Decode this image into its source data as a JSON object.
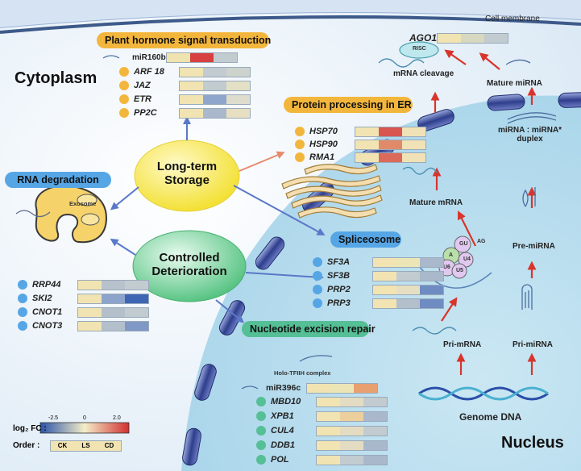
{
  "labels": {
    "cell_membrane": "Cell membrane",
    "cytoplasm": "Cytoplasm",
    "nucleus": "Nucleus",
    "long_term_storage": "Long-term\nStorage",
    "controlled_deterioration": "Controlled\nDeterioration",
    "exosome": "Exosome",
    "risc": "RISC",
    "mrna_cleavage": "mRNA cleavage",
    "mature_mirna": "Mature miRNA",
    "mirna_duplex": "miRNA : miRNA*\nduplex",
    "mature_mrna": "Mature mRNA",
    "pre_mirna": "Pre-miRNA",
    "pri_mirna_right": "Pri-miRNA",
    "pri_mrna": "Pri-mRNA",
    "genome_dna": "Genome DNA",
    "holo_tfiih": "Holo-TFIIH complex",
    "spliceosome_parts": [
      "GU",
      "A",
      "U4",
      "U6",
      "U5",
      "AG"
    ]
  },
  "pathways": {
    "plant_hormone": {
      "title": "Plant hormone signal transduction",
      "mirna": {
        "name": "miR160b",
        "colors": [
          "#efe3b0",
          "#d84040",
          "#c2ccd0"
        ]
      },
      "genes": [
        {
          "name": "ARF 18",
          "colors": [
            "#f1e4b2",
            "#c2cbcf",
            "#cdd2cc"
          ]
        },
        {
          "name": "JAZ",
          "colors": [
            "#f1e4b2",
            "#c2cbcf",
            "#e4e0c6"
          ]
        },
        {
          "name": "ETR",
          "colors": [
            "#f1e4b2",
            "#8ea6cc",
            "#dedccc"
          ]
        },
        {
          "name": "PP2C",
          "colors": [
            "#f1e4b2",
            "#aab8cc",
            "#e6dfc2"
          ]
        }
      ]
    },
    "protein_er": {
      "title": "Protein processing in ER",
      "genes": [
        {
          "name": "HSP70",
          "colors": [
            "#f1e4b2",
            "#d95550",
            "#f0e2b6"
          ]
        },
        {
          "name": "HSP90",
          "colors": [
            "#f1e4b2",
            "#e08a6a",
            "#f0e2b6"
          ]
        },
        {
          "name": "RMA1",
          "colors": [
            "#f1e4b2",
            "#dc6a5a",
            "#f0e2b6"
          ]
        }
      ]
    },
    "rna_degradation": {
      "title": "RNA degradation",
      "genes": [
        {
          "name": "RRP44",
          "colors": [
            "#f1e4b2",
            "#b8c2cc",
            "#c2ccd0"
          ]
        },
        {
          "name": "SKI2",
          "colors": [
            "#f1e4b2",
            "#8ca4cc",
            "#3e66b4"
          ]
        },
        {
          "name": "CNOT1",
          "colors": [
            "#f1e4b2",
            "#b3bfcb",
            "#c2ccd0"
          ]
        },
        {
          "name": "CNOT3",
          "colors": [
            "#f1e4b2",
            "#b3bfcb",
            "#7f98c6"
          ]
        }
      ]
    },
    "spliceosome": {
      "title": "Spliceosome",
      "genes": [
        {
          "name": "SF3A",
          "colors": [
            "#f1e4b2",
            "#ece6b6",
            "#a9b8cb"
          ]
        },
        {
          "name": "SF3B",
          "colors": [
            "#f1e4b2",
            "#c2cbcf",
            "#a9b8cb"
          ]
        },
        {
          "name": "PRP2",
          "colors": [
            "#f1e4b2",
            "#e6dfc2",
            "#6f8cc2"
          ]
        },
        {
          "name": "PRP3",
          "colors": [
            "#f1e4b2",
            "#b3bfcb",
            "#6f8cc2"
          ]
        }
      ]
    },
    "ner": {
      "title": "Nucleotide excision repair",
      "mirna": {
        "name": "miR396c",
        "colors": [
          "#f1e4b2",
          "#ece6b6",
          "#e8a070"
        ]
      },
      "genes": [
        {
          "name": "MBD10",
          "colors": [
            "#f1e4b2",
            "#e4dcc2",
            "#c2ccd0"
          ]
        },
        {
          "name": "XPB1",
          "colors": [
            "#f1e4b2",
            "#eccf9c",
            "#a9b8cb"
          ]
        },
        {
          "name": "CUL4",
          "colors": [
            "#f1e4b2",
            "#e4dcc2",
            "#c2ccd0"
          ]
        },
        {
          "name": "DDB1",
          "colors": [
            "#f1e4b2",
            "#e4dcc2",
            "#a9b8cb"
          ]
        },
        {
          "name": "POL",
          "colors": [
            "#f1e4b2",
            "#c2cbcf",
            "#a9b8cb"
          ]
        }
      ]
    },
    "ago1": {
      "name": "AGO1",
      "colors": [
        "#f1e4b2",
        "#d6d8c0",
        "#c2ccd0"
      ]
    }
  },
  "legend": {
    "logfc_label": "log₂ FC :",
    "scale_ticks": [
      "-2.5",
      "0",
      "2.0"
    ],
    "order_label": "Order :",
    "order": [
      "CK",
      "LS",
      "CD"
    ]
  },
  "colors": {
    "orange": "#f3b63c",
    "blue": "#56a6e6",
    "green": "#55bf95",
    "arrow_red": "#d9342b",
    "arrow_blue": "#5a78c8"
  }
}
